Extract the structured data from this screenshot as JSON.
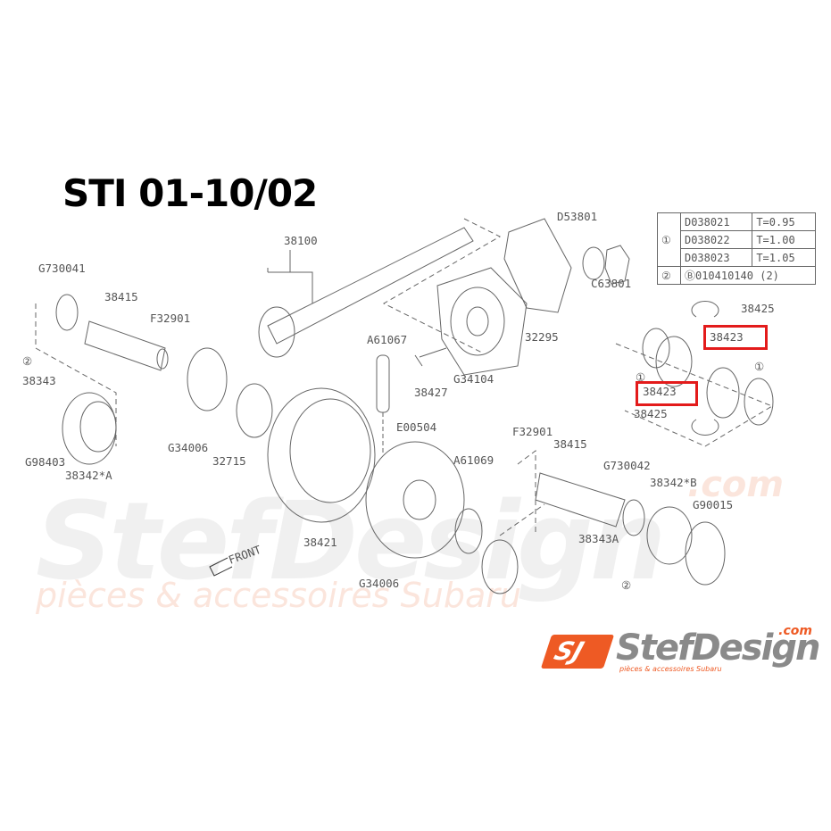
{
  "title": "STI 01-10/02",
  "watermark": {
    "brand": "StefDesign",
    "tagline": "pièces & accessoires Subaru",
    "domain": ".com"
  },
  "parts_table": {
    "rows": [
      {
        "ref": "①",
        "part": "D038021",
        "spec": "T=0.95"
      },
      {
        "ref": "",
        "part": "D038022",
        "spec": "T=1.00"
      },
      {
        "ref": "",
        "part": "D038023",
        "spec": "T=1.05"
      },
      {
        "ref": "②",
        "part": "Ⓑ010410140 (2)",
        "spec": ""
      }
    ]
  },
  "labels": {
    "l38100": "38100",
    "lD53801": "D53801",
    "lC63801": "C63801",
    "lG730041": "G730041",
    "l38415a": "38415",
    "lF32901a": "F32901",
    "l38343": "38343",
    "lcircle2a": "②",
    "lA61067": "A61067",
    "lG34104": "G34104",
    "l32295": "32295",
    "l38425a": "38425",
    "l38423a": "38423",
    "l38423b": "38423",
    "l38425b": "38425",
    "lcircle1a": "①",
    "lcircle1b": "①",
    "l38427": "38427",
    "lE00504": "E00504",
    "lG34006a": "G34006",
    "l32715": "32715",
    "lG98403": "G98403",
    "l38342A": "38342*A",
    "lF32901b": "F32901",
    "l38415b": "38415",
    "lA61069": "A61069",
    "lG730042": "G730042",
    "l38342B": "38342*B",
    "lG90015": "G90015",
    "l38343A": "38343A",
    "lcircle2b": "②",
    "l38421": "38421",
    "lG34006b": "G34006",
    "lFront": "FRONT"
  },
  "highlight_color": "#e31b1b",
  "brand_color": "#ee5a24"
}
